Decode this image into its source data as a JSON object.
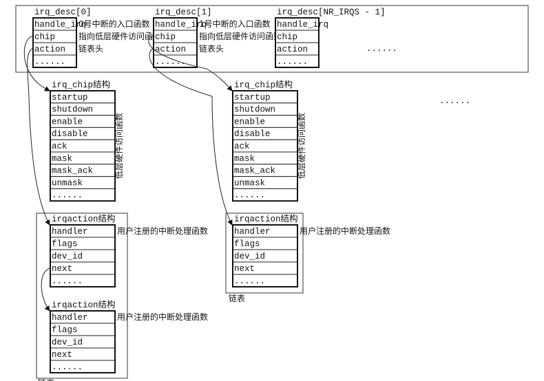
{
  "irq_desc": [
    {
      "title": "irq_desc[0]",
      "fields": [
        "handle_irq",
        "chip",
        "action",
        "......"
      ],
      "notes": [
        "0号中断的入口函数",
        "指向低层硬件访问函数",
        "链表头"
      ]
    },
    {
      "title": "irq_desc[1]",
      "fields": [
        "handle_irq",
        "chip",
        "action",
        "......"
      ],
      "notes": [
        "1号中断的入口函数",
        "指向低层硬件访问函数",
        "链表头"
      ]
    },
    {
      "title": "irq_desc[NR_IRQS - 1]",
      "fields": [
        "handle_irq",
        "chip",
        "action",
        "......"
      ],
      "notes": []
    }
  ],
  "desc_ellipsis": "......",
  "irq_chip": {
    "title": "irq_chip结构",
    "fields": [
      "startup",
      "shutdown",
      "enable",
      "disable",
      "ack",
      "mask",
      "mask_ack",
      "unmask",
      "......"
    ],
    "side_note": "低层硬件访问函数"
  },
  "irqaction": {
    "title": "irqaction结构",
    "fields": [
      "handler",
      "flags",
      "dev_id",
      "next",
      "......"
    ],
    "handler_note": "用户注册的中断处理函数"
  },
  "list_label": "链表",
  "right_ellipsis": "......"
}
